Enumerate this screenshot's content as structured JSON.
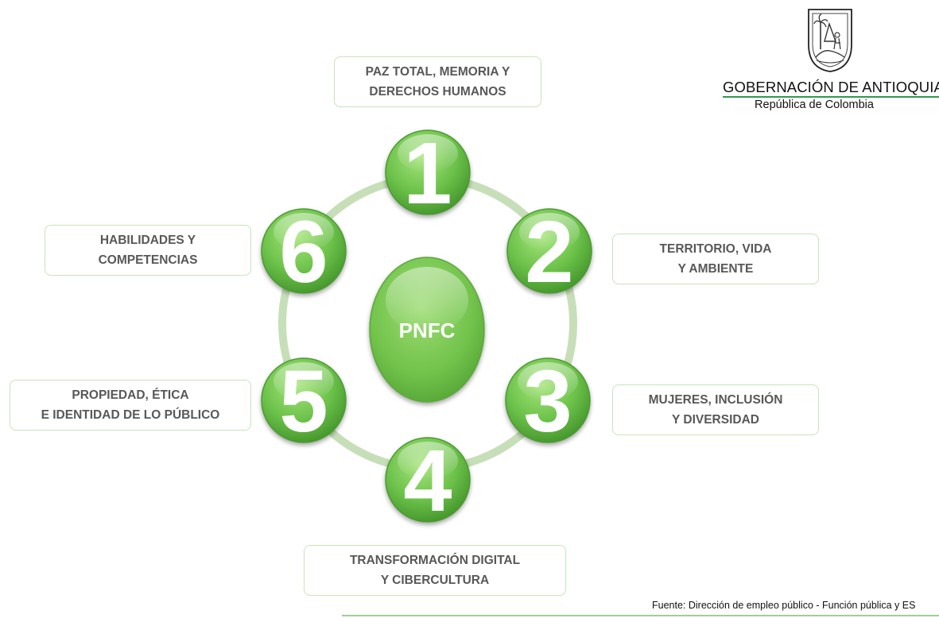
{
  "header": {
    "org_name": "GOBERNACIÓN DE ANTIOQUIA",
    "org_subtitle": "República de Colombia",
    "emblem_icon": "antioquia-coat-of-arms-icon"
  },
  "diagram": {
    "center_label": "PNFC",
    "colors": {
      "node_fill": "#6cc24a",
      "node_dark": "#3f8f27",
      "node_light": "#9fdf77",
      "ring": "#c7dfb9",
      "box_border": "#c9e3ba",
      "box_text": "#585858"
    },
    "nodes": [
      {
        "number": "1",
        "label_lines": [
          "PAZ TOTAL, MEMORIA Y",
          "DERECHOS HUMANOS"
        ]
      },
      {
        "number": "2",
        "label_lines": [
          "TERRITORIO, VIDA",
          "Y AMBIENTE"
        ]
      },
      {
        "number": "3",
        "label_lines": [
          "MUJERES, INCLUSIÓN",
          "Y DIVERSIDAD"
        ]
      },
      {
        "number": "4",
        "label_lines": [
          "TRANSFORMACIÓN DIGITAL",
          "Y CIBERCULTURA"
        ]
      },
      {
        "number": "5",
        "label_lines": [
          "PROPIEDAD, ÉTICA",
          "E IDENTIDAD DE LO PÚBLICO"
        ]
      },
      {
        "number": "6",
        "label_lines": [
          "HABILIDADES Y",
          "COMPETENCIAS"
        ]
      }
    ]
  },
  "footer": {
    "source": "Fuente: Dirección de empleo público -  Función pública y ES"
  }
}
